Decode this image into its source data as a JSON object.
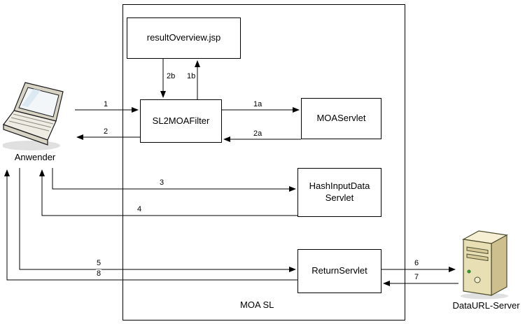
{
  "diagram": {
    "container": {
      "label": "MOA SL"
    },
    "nodes": {
      "anwender": {
        "label": "Anwender",
        "icon": "laptop-icon"
      },
      "resultOverview": {
        "label": "resultOverview.jsp"
      },
      "sl2moaFilter": {
        "label": "SL2MOAFilter"
      },
      "moaServlet": {
        "label": "MOAServlet"
      },
      "hashInputDataServlet": {
        "label": "HashInputData Servlet"
      },
      "returnServlet": {
        "label": "ReturnServlet"
      },
      "dataUrlServer": {
        "label": "DataURL-Server",
        "icon": "server-icon"
      }
    },
    "edges": [
      {
        "label": "1",
        "from": "Anwender",
        "to": "SL2MOAFilter"
      },
      {
        "label": "2",
        "from": "SL2MOAFilter",
        "to": "Anwender"
      },
      {
        "label": "1a",
        "from": "SL2MOAFilter",
        "to": "MOAServlet"
      },
      {
        "label": "2a",
        "from": "MOAServlet",
        "to": "SL2MOAFilter"
      },
      {
        "label": "2b",
        "from": "resultOverview.jsp",
        "to": "SL2MOAFilter"
      },
      {
        "label": "1b",
        "from": "SL2MOAFilter",
        "to": "resultOverview.jsp"
      },
      {
        "label": "3",
        "from": "Anwender",
        "to": "HashInputData Servlet"
      },
      {
        "label": "4",
        "from": "HashInputData Servlet",
        "to": "Anwender"
      },
      {
        "label": "5",
        "from": "Anwender",
        "to": "ReturnServlet"
      },
      {
        "label": "6",
        "from": "ReturnServlet",
        "to": "DataURL-Server"
      },
      {
        "label": "7",
        "from": "DataURL-Server",
        "to": "ReturnServlet"
      },
      {
        "label": "8",
        "from": "ReturnServlet",
        "to": "Anwender"
      }
    ],
    "colors": {
      "line": "#000000",
      "box_border": "#000000",
      "box_fill": "#ffffff",
      "server_body": "#e9dfb4",
      "led_green": "#2fa12f"
    }
  }
}
